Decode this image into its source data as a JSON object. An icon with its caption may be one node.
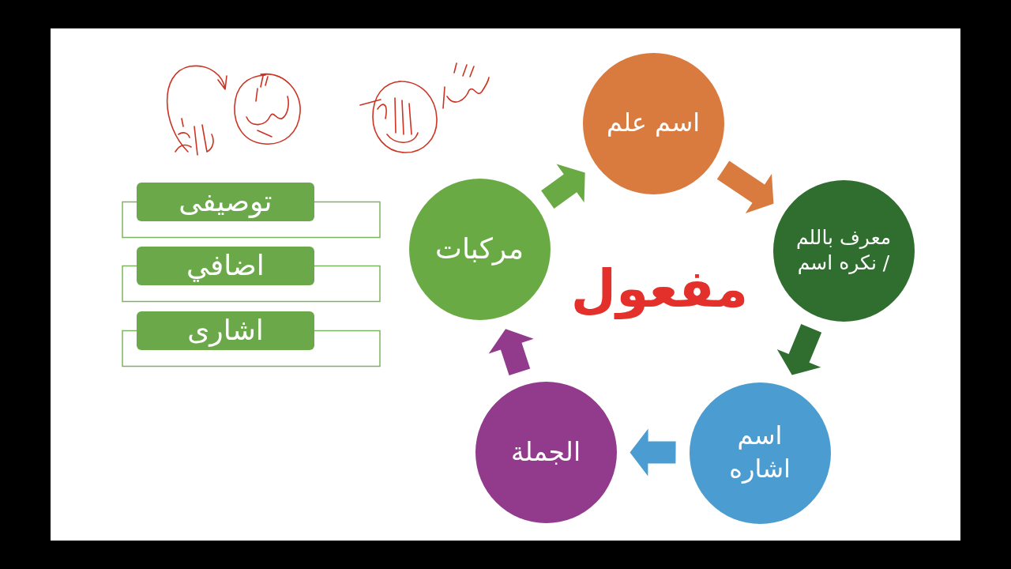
{
  "diagram": {
    "nodes": [
      {
        "text": [
          "اسم علم"
        ]
      },
      {
        "text": [
          "معرف باللم / نكره اسم"
        ]
      },
      {
        "text": [
          "اسم اشاره"
        ]
      },
      {
        "text": [
          "الجملة"
        ]
      },
      {
        "text": [
          "مركبات"
        ]
      },
      {
        "text": [
          "توصيفى"
        ]
      },
      {
        "text": [
          "اضافي"
        ]
      },
      {
        "text": [
          "اشارى"
        ]
      }
    ],
    "edges": [
      {
        "from": 0,
        "to": 1,
        "arrow": "to",
        "color": "#d97a3f"
      },
      {
        "from": 1,
        "to": 2,
        "arrow": "to",
        "color": "#2f6e2f"
      },
      {
        "from": 2,
        "to": 3,
        "arrow": "to",
        "color": "#4b9cd0"
      },
      {
        "from": 3,
        "to": 4,
        "arrow": "to",
        "color": "#923a8c"
      },
      {
        "from": 4,
        "to": 0,
        "arrow": "to",
        "color": "#6aaa44"
      }
    ],
    "labels": [
      "مفعول"
    ]
  }
}
